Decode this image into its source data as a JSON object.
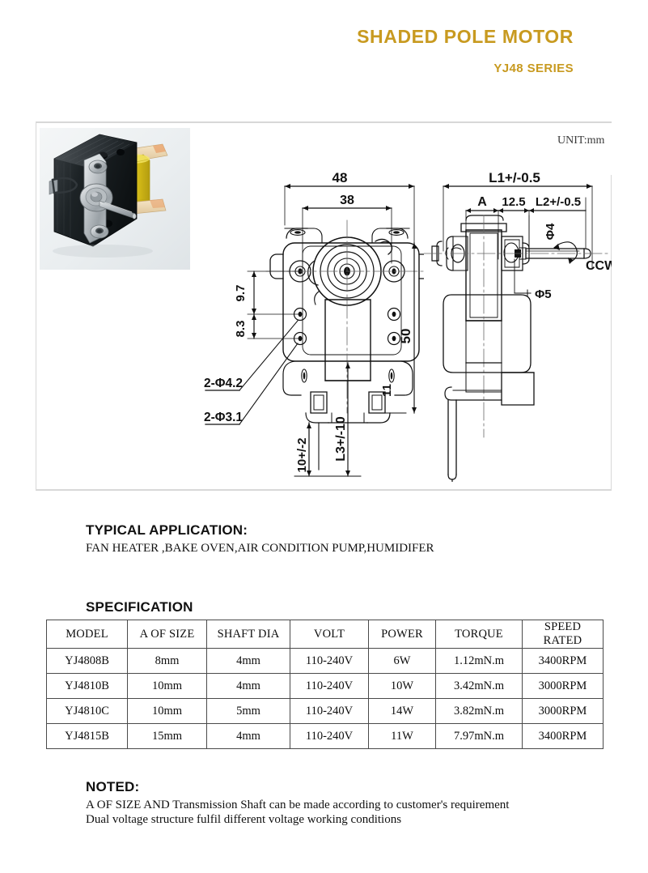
{
  "header": {
    "main_title": "SHADED POLE MOTOR",
    "series_title": "YJ48 SERIES",
    "accent_color": "#c89a20"
  },
  "drawing_panel": {
    "unit_label": "UNIT:mm",
    "photo_alt": "shaded-pole-motor-product-photo",
    "front_view": {
      "dimensions": {
        "overall_width": "48",
        "mounting_width": "38",
        "overall_height": "50",
        "hole_spacing_upper": "9.7",
        "hole_spacing_lower": "8.3",
        "bottom_offset": "11",
        "coil_depth": "10+/-2",
        "lead_length": "L3+/-10",
        "hole_large": "2-Φ4.2",
        "hole_small": "2-Φ3.1"
      }
    },
    "side_view": {
      "dimensions": {
        "total_length": "L1+/-0.5",
        "a_dim": "A",
        "mid_dim": "12.5",
        "shaft_length": "L2+/-0.5",
        "shaft_dia_4": "Φ4",
        "shaft_dia_5": "Φ5",
        "rotation": "CCW"
      }
    }
  },
  "typical_application": {
    "heading": "TYPICAL APPLICATION:",
    "text": "FAN HEATER ,BAKE OVEN,AIR CONDITION PUMP,HUMIDIFER"
  },
  "specification": {
    "heading": "SPECIFICATION",
    "columns": [
      "MODEL",
      "A OF SIZE",
      "SHAFT DIA",
      "VOLT",
      "POWER",
      "TORQUE",
      "SPEED RATED"
    ],
    "rows": [
      [
        "YJ4808B",
        "8mm",
        "4mm",
        "110-240V",
        "6W",
        "1.12mN.m",
        "3400RPM"
      ],
      [
        "YJ4810B",
        "10mm",
        "4mm",
        "110-240V",
        "10W",
        "3.42mN.m",
        "3000RPM"
      ],
      [
        "YJ4810C",
        "10mm",
        "5mm",
        "110-240V",
        "14W",
        "3.82mN.m",
        "3000RPM"
      ],
      [
        "YJ4815B",
        "15mm",
        "4mm",
        "110-240V",
        "11W",
        "7.97mN.m",
        "3400RPM"
      ]
    ]
  },
  "noted": {
    "heading": "NOTED:",
    "line1": "A OF SIZE AND Transmission Shaft can be made according to customer's requirement",
    "line2": "Dual voltage structure fulfil different voltage working conditions"
  }
}
